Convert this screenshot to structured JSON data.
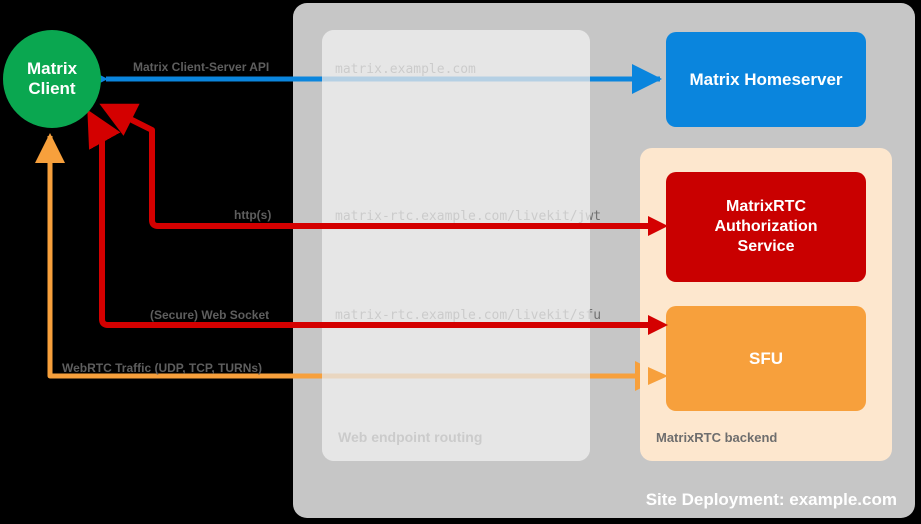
{
  "diagram": {
    "site": {
      "label": "Site Deployment: example.com",
      "color": "#c6c6c6"
    },
    "routing_group": {
      "label": "Web endpoint routing",
      "color": "#e6e6e6"
    },
    "backend_group": {
      "label": "MatrixRTC backend",
      "color": "#fde7ce"
    },
    "nodes": [
      {
        "id": "client",
        "label": "Matrix\nClient",
        "color": "#0aa750"
      },
      {
        "id": "homeserver",
        "label": "Matrix Homeserver",
        "color": "#0a85dd"
      },
      {
        "id": "auth",
        "label": "MatrixRTC\nAuthorization\nService",
        "color": "#c90000"
      },
      {
        "id": "sfu",
        "label": "SFU",
        "color": "#f7a03c"
      }
    ],
    "node_labels": {
      "client_line1": "Matrix",
      "client_line2": "Client",
      "homeserver": "Matrix Homeserver",
      "auth_line1": "MatrixRTC",
      "auth_line2": "Authorization",
      "auth_line3": "Service",
      "sfu": "SFU"
    },
    "endpoints": [
      {
        "id": "cs-api",
        "text": "matrix.example.com"
      },
      {
        "id": "rtc-jwt",
        "text": "matrix-rtc.example.com/livekit/jwt"
      },
      {
        "id": "rtc-sfu",
        "text": "matrix-rtc.example.com/livekit/sfu"
      }
    ],
    "edges": [
      {
        "id": "cs-api",
        "label": "Matrix Client-Server API",
        "color": "#0a85dd"
      },
      {
        "id": "https",
        "label": "http(s)",
        "color": "#d40000"
      },
      {
        "id": "wss",
        "label": "(Secure) Web Socket",
        "color": "#d40000"
      },
      {
        "id": "webrtc",
        "label": "WebRTC Traffic (UDP, TCP, TURNs)",
        "color": "#f7a03c"
      }
    ]
  }
}
